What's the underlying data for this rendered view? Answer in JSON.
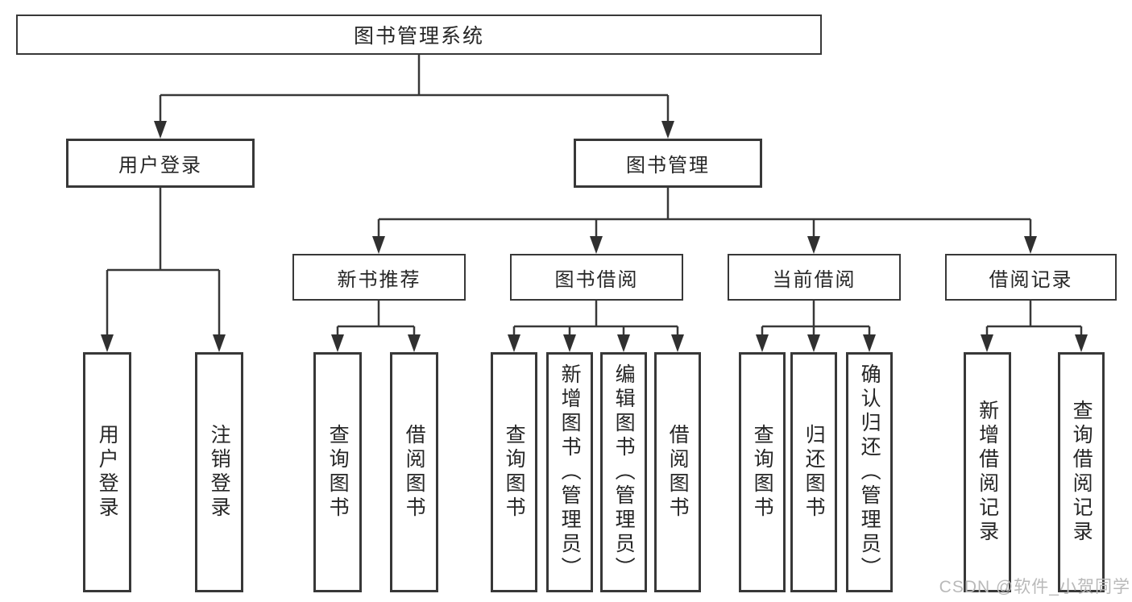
{
  "diagram": {
    "tree": {
      "label": "图书管理系统",
      "children": [
        {
          "label": "用户登录",
          "children": [
            {
              "label": "用户登录"
            },
            {
              "label": "注销登录"
            }
          ]
        },
        {
          "label": "图书管理",
          "children": [
            {
              "label": "新书推荐",
              "children": [
                {
                  "label": "查询图书"
                },
                {
                  "label": "借阅图书"
                }
              ]
            },
            {
              "label": "图书借阅",
              "children": [
                {
                  "label": "查询图书"
                },
                {
                  "label": "新增图书（管理员）"
                },
                {
                  "label": "编辑图书（管理员）"
                },
                {
                  "label": "借阅图书"
                }
              ]
            },
            {
              "label": "当前借阅",
              "children": [
                {
                  "label": "查询图书"
                },
                {
                  "label": "归还图书"
                },
                {
                  "label": "确认归还（管理员）"
                }
              ]
            },
            {
              "label": "借阅记录",
              "children": [
                {
                  "label": "新增借阅记录"
                },
                {
                  "label": "查询借阅记录"
                }
              ]
            }
          ]
        }
      ]
    },
    "colors": {
      "line": "#383838",
      "box_border": "#383838",
      "box_background": "#ffffff",
      "text": "#262626",
      "watermark": "#b9b9b9"
    }
  },
  "watermark": {
    "text": "CSDN @软件_小贺同学"
  }
}
